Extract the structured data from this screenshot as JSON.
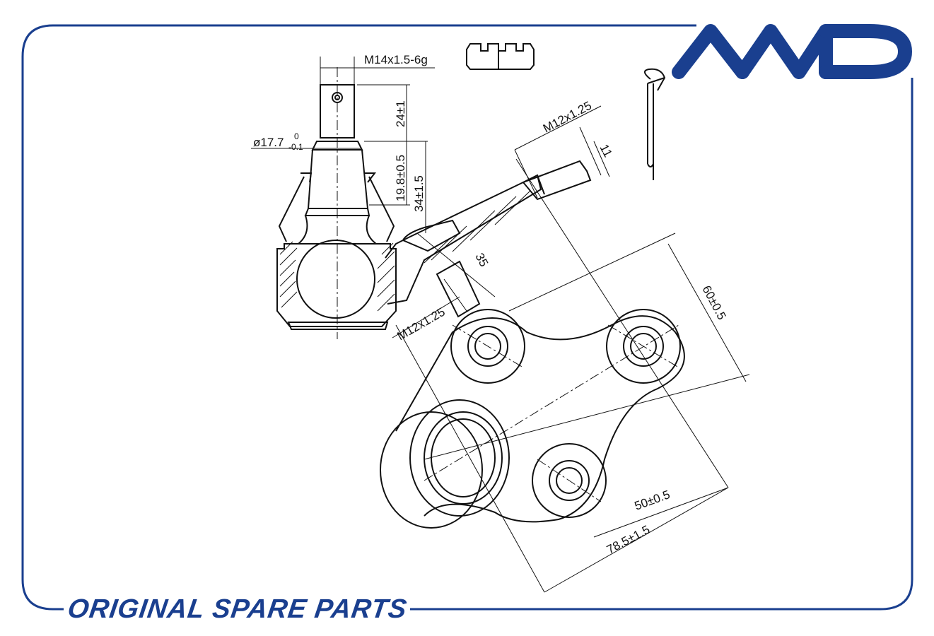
{
  "brand": {
    "logo_text": "AMD",
    "footer_text": "ORIGINAL SPARE PARTS",
    "brand_color": "#1a3f8f",
    "line_color": "#111111"
  },
  "dimensions": {
    "thread_top": "M14x1.5-6g",
    "stud_length": "24±1",
    "stud_diameter": "ø17.7",
    "stud_diameter_tol_upper": "0",
    "stud_diameter_tol_lower": "-0.1",
    "height_a": "19.8±0.5",
    "height_b": "34±1.5",
    "thread_arm": "M12x1.25",
    "arm_tip": "11",
    "arm_offset": "35",
    "thread_side": "M12x1.25",
    "hole_spacing_60": "60±0.5",
    "hole_spacing_50": "50±0.5",
    "overall_785": "78.5±1.5"
  },
  "icons": [
    "castle-nut-icon",
    "cotter-pin-icon",
    "amd-logo-icon"
  ]
}
